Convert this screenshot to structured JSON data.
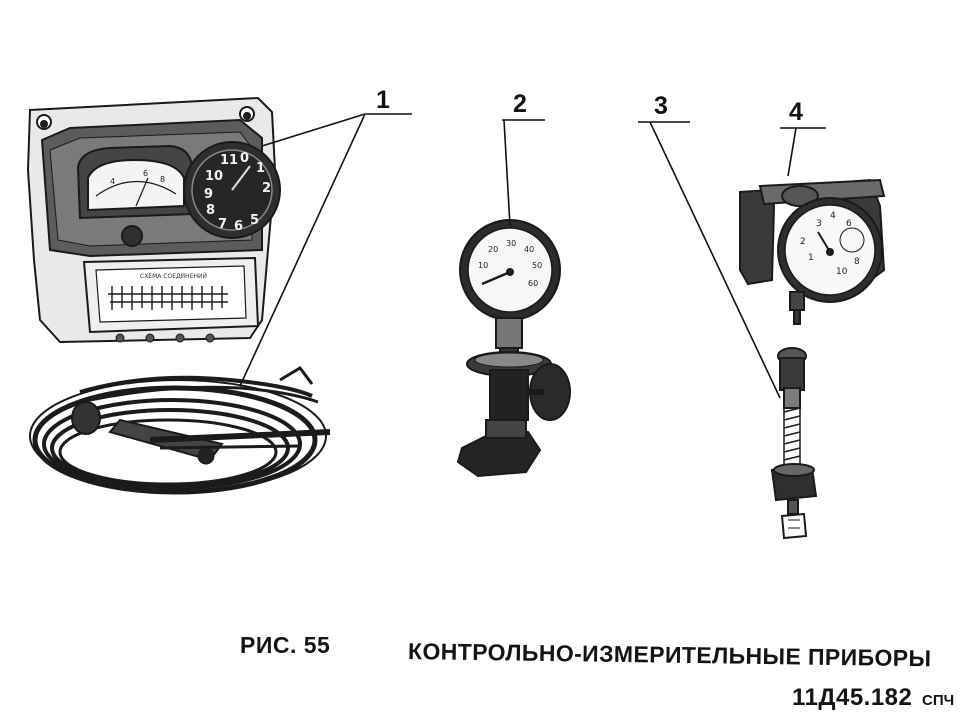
{
  "callouts": [
    "1",
    "2",
    "3",
    "4"
  ],
  "caption": {
    "figure_label": "РИС. 55",
    "title": "КОНТРОЛЬНО-ИЗМЕРИТЕЛЬНЫЕ ПРИБОРЫ",
    "document_code": "11Д45.182",
    "document_suffix": "СПЧ"
  },
  "item1": {
    "left_dial_ticks": [
      "4",
      "6",
      "8"
    ],
    "right_dial_ticks": [
      "11",
      "0",
      "1",
      "10",
      "2",
      "9",
      "8",
      "7",
      "6",
      "5"
    ],
    "panel_label": "СХЕМА СОЕДИНЕНИЙ"
  },
  "item2": {
    "dial_ticks": [
      "10",
      "20",
      "30",
      "40",
      "50",
      "60"
    ]
  },
  "item4": {
    "dial_ticks": [
      "1",
      "2",
      "3",
      "4",
      "6",
      "8",
      "10"
    ]
  }
}
